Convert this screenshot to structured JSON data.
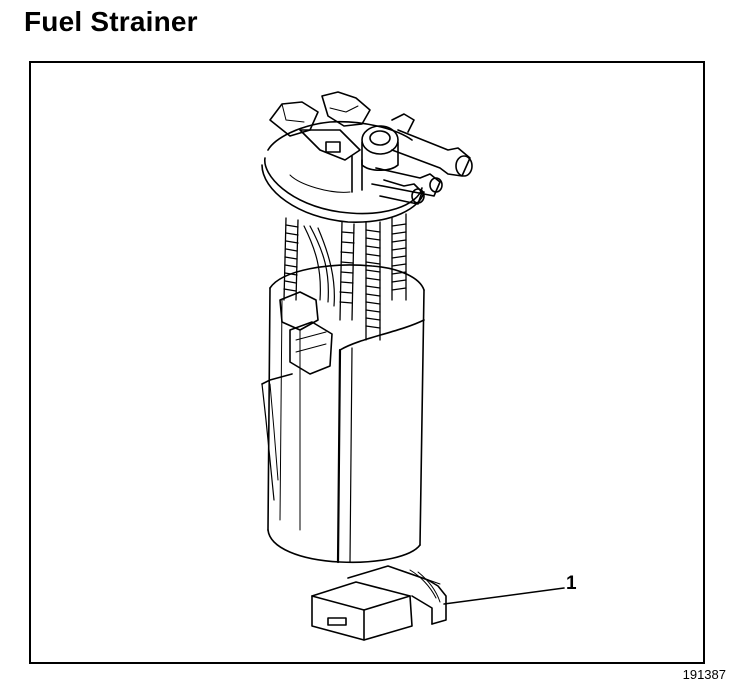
{
  "title": "Fuel Strainer",
  "callouts": [
    {
      "number": "1"
    }
  ],
  "figure_id": "191387"
}
